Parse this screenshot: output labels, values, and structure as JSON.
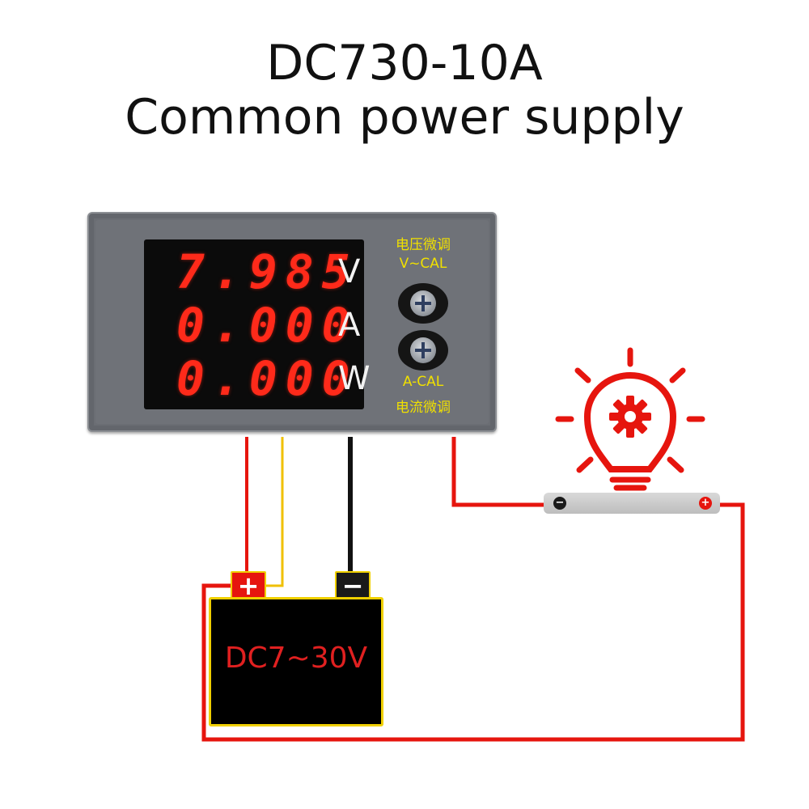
{
  "title": {
    "line1": "DC730-10A",
    "line2": "Common power supply"
  },
  "meter": {
    "rows": [
      {
        "digits": "7.985",
        "unit": "V"
      },
      {
        "digits": "0.000",
        "unit": "A"
      },
      {
        "digits": "0.000",
        "unit": "W"
      }
    ],
    "voltage_cal_cn": "电压微调",
    "voltage_cal": "V~CAL",
    "current_cal": "A-CAL",
    "current_cal_cn": "电流微调",
    "display_color": "#ff2a1a",
    "label_color": "#f0e000"
  },
  "battery": {
    "label": "DC7~30V",
    "plus": "+",
    "minus": "−"
  },
  "load": {
    "icon": "light-bulb-gear-icon",
    "minus": "−",
    "plus": "+"
  },
  "colors": {
    "wire_red": "#e6150e",
    "wire_yellow": "#f0c000",
    "wire_black": "#111111"
  }
}
